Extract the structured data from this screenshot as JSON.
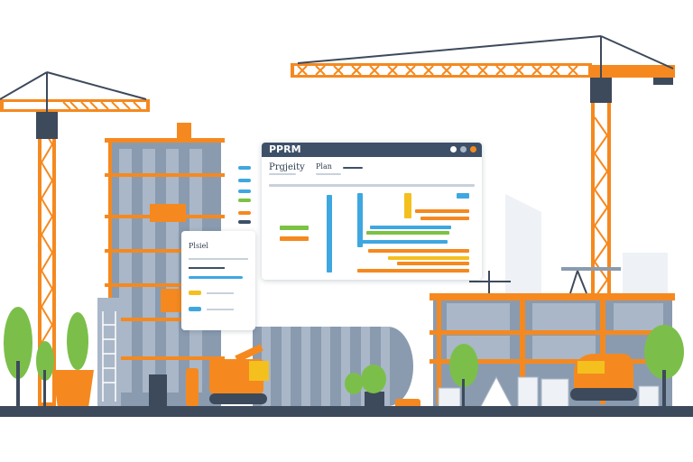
{
  "window": {
    "title": "PPRM",
    "project_label": "Prgjeity",
    "plan_label": "Plan"
  },
  "card": {
    "title": "Plsiel"
  },
  "colors": {
    "crane_orange": "#f5891f",
    "building_slate": "#8a9bb0",
    "window_bar": "#3d5068",
    "ground": "#3d4a5c",
    "tree_green": "#7bbf4a",
    "gantt_blue": "#3fa7e0",
    "gantt_green": "#7cc243",
    "gantt_yellow": "#f4c01e"
  },
  "icons": {
    "window_controls": "three-dots-icon"
  }
}
